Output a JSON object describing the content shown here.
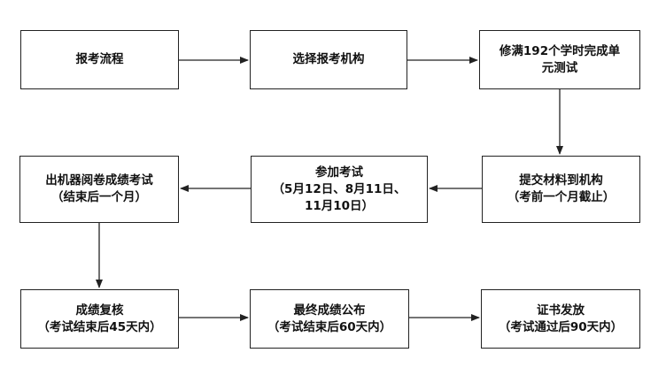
{
  "nodes": {
    "n1": {
      "lines": [
        "报考流程"
      ]
    },
    "n2": {
      "lines": [
        "选择报考机构"
      ]
    },
    "n3": {
      "lines": [
        "修满192个学时完成单",
        "元测试"
      ]
    },
    "n4": {
      "lines": [
        "提交材料到机构",
        "（考前一个月截止）"
      ]
    },
    "n5": {
      "lines": [
        "参加考试",
        "（5月12日、8月11日、",
        "11月10日）"
      ]
    },
    "n6": {
      "lines": [
        "出机器阅卷成绩考试",
        "（结束后一个月）"
      ]
    },
    "n7": {
      "lines": [
        "成绩复核",
        "（考试结束后45天内）"
      ]
    },
    "n8": {
      "lines": [
        "最终成绩公布",
        "（考试结束后60天内）"
      ]
    },
    "n9": {
      "lines": [
        "证书发放",
        "（考试通过后90天内）"
      ]
    }
  },
  "edges": [
    {
      "from": "n1",
      "to": "n2"
    },
    {
      "from": "n2",
      "to": "n3"
    },
    {
      "from": "n3",
      "to": "n4"
    },
    {
      "from": "n4",
      "to": "n5"
    },
    {
      "from": "n5",
      "to": "n6"
    },
    {
      "from": "n6",
      "to": "n7"
    },
    {
      "from": "n7",
      "to": "n8"
    },
    {
      "from": "n8",
      "to": "n9"
    }
  ]
}
